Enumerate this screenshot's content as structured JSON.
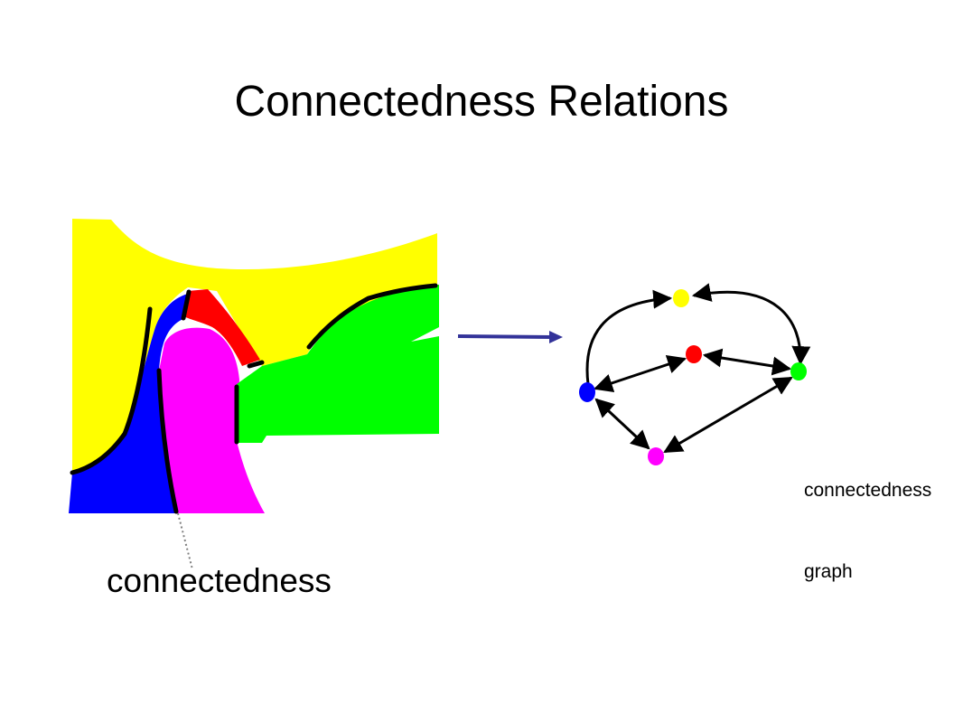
{
  "slide": {
    "title": "Connectedness Relations"
  },
  "labels": {
    "region_label": "connectedness",
    "graph_label_line1": "connectedness",
    "graph_label_line2": "graph"
  },
  "regions": [
    {
      "id": "yellow",
      "color": "#ffff00"
    },
    {
      "id": "blue",
      "color": "#0000ff"
    },
    {
      "id": "red",
      "color": "#ff0000"
    },
    {
      "id": "magenta",
      "color": "#ff00ff"
    },
    {
      "id": "green",
      "color": "#00ff00"
    }
  ],
  "graph": {
    "nodes": [
      {
        "id": "yellow",
        "color": "#ffff00"
      },
      {
        "id": "red",
        "color": "#ff0000"
      },
      {
        "id": "green",
        "color": "#00ff00"
      },
      {
        "id": "blue",
        "color": "#0000ff"
      },
      {
        "id": "magenta",
        "color": "#ff00ff"
      }
    ],
    "edges": [
      {
        "from": "blue",
        "to": "yellow"
      },
      {
        "from": "yellow",
        "to": "green"
      },
      {
        "from": "blue",
        "to": "red"
      },
      {
        "from": "red",
        "to": "green"
      },
      {
        "from": "blue",
        "to": "magenta"
      },
      {
        "from": "magenta",
        "to": "green"
      }
    ]
  },
  "colors": {
    "arrow": "#333399",
    "boundary": "#000000",
    "leader": "#808080"
  }
}
